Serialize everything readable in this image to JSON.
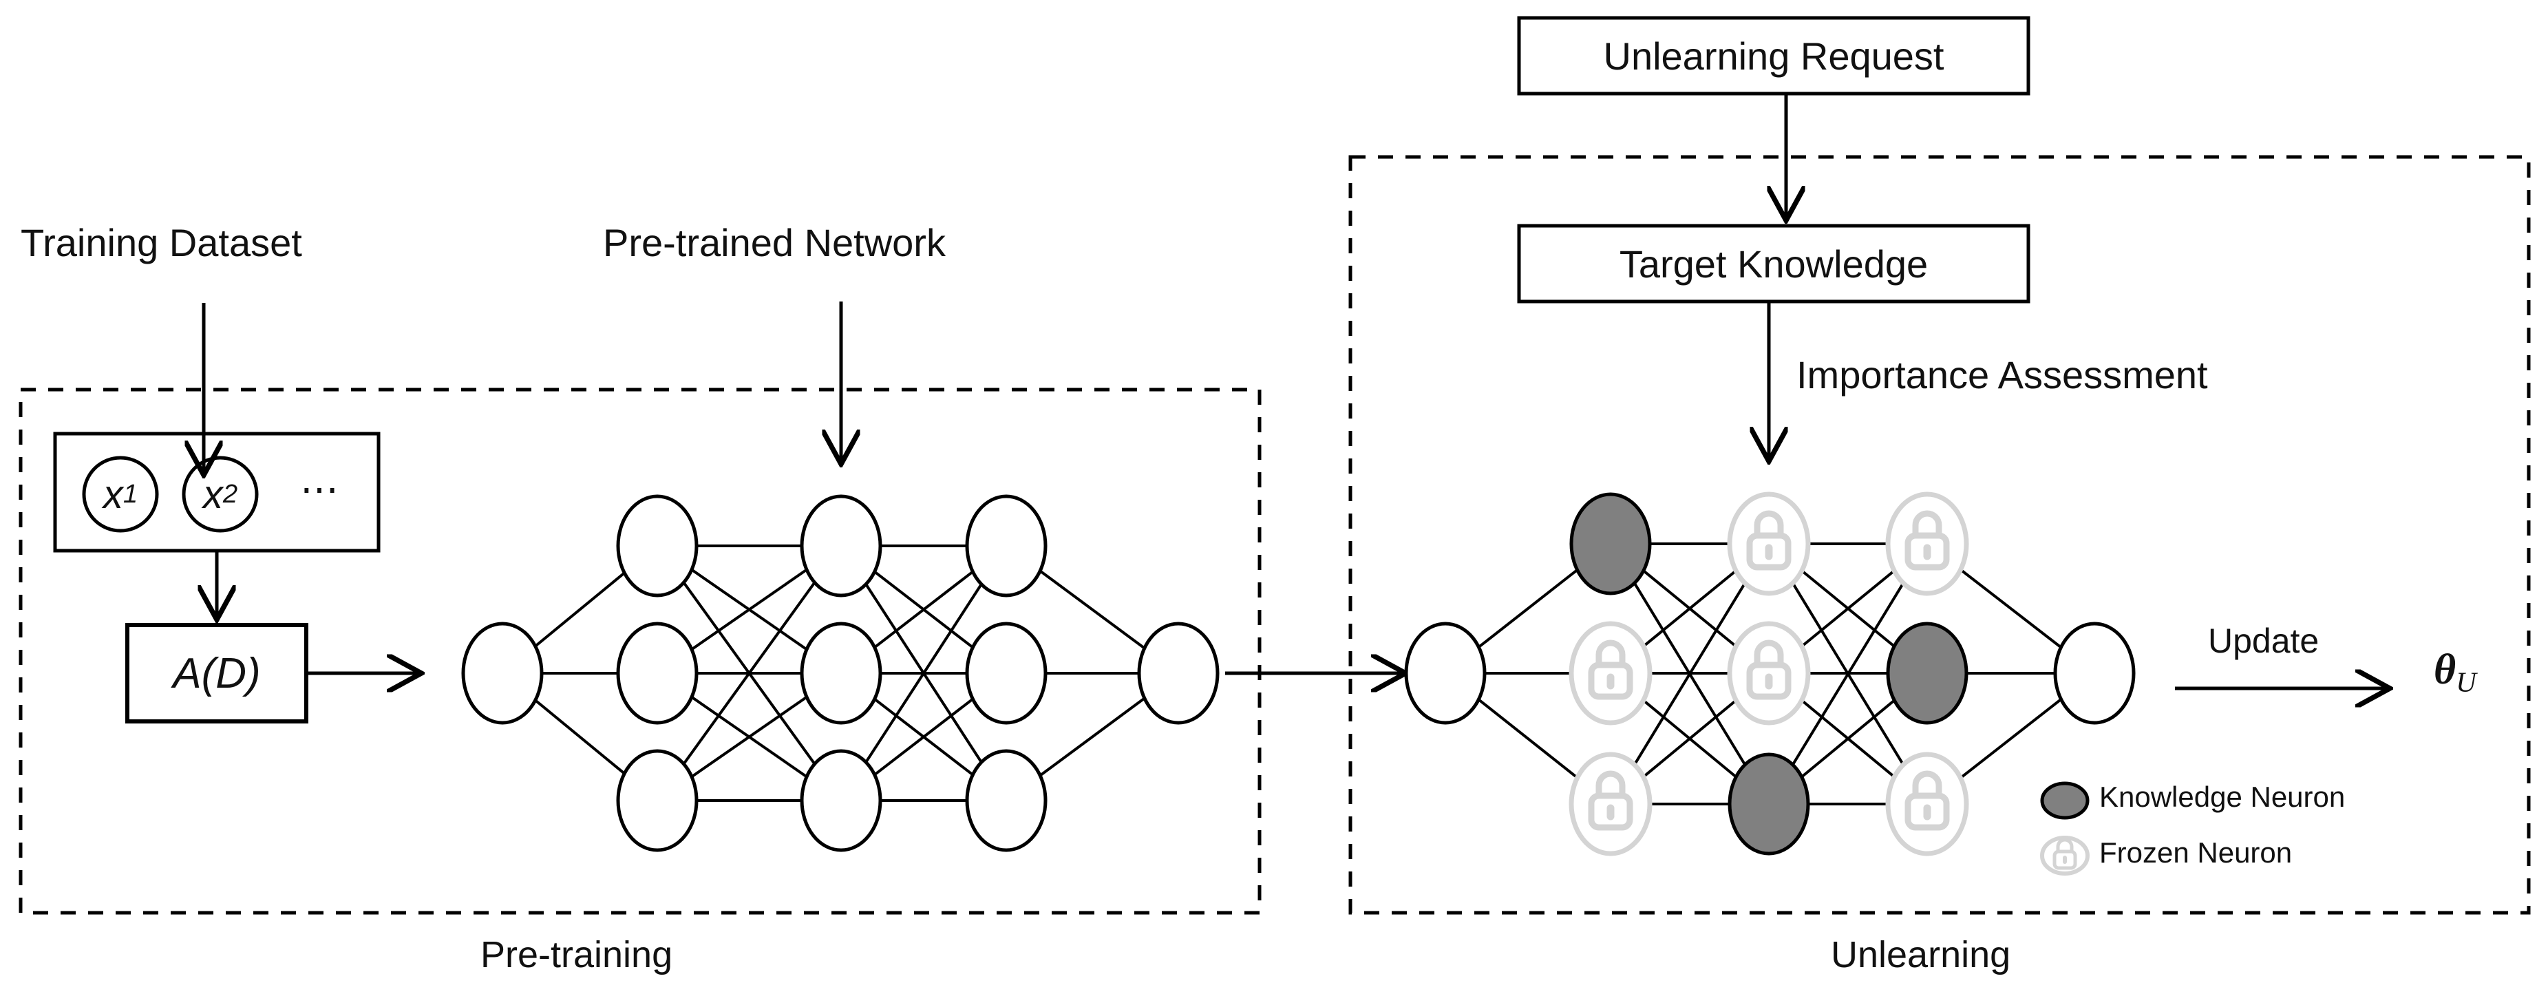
{
  "figure": {
    "title": "Machine unlearning pipeline: pre-training and unlearning stages",
    "type": "diagram"
  },
  "colors": {
    "stroke": "#000000",
    "background": "#ffffff",
    "knowledge_neuron_fill": "#808080",
    "frozen_neuron_stroke": "#d4d4d4",
    "lock_icon": "#d4d4d4",
    "dashed_border": "#000000"
  },
  "panels": [
    {
      "id": "pretraining",
      "caption": "Pre-training"
    },
    {
      "id": "unlearning",
      "caption": "Unlearning"
    }
  ],
  "pretraining": {
    "caption": "Pre-training",
    "dataset_label": "Training Dataset",
    "network_label": "Pre-trained Network",
    "dataset_box": {
      "samples": [
        "x1",
        "x2"
      ],
      "sample_display": [
        "x",
        "x"
      ],
      "sample_subscripts": [
        "1",
        "2"
      ],
      "ellipsis": "⋯"
    },
    "algorithm_box": {
      "label": "A(D)"
    },
    "network": {
      "layer_sizes": [
        1,
        3,
        3,
        3,
        1
      ],
      "layer_names": [
        "input",
        "hidden-1",
        "hidden-2",
        "hidden-3",
        "output"
      ]
    }
  },
  "unlearning": {
    "caption": "Unlearning",
    "request_box": {
      "label": "Unlearning Request"
    },
    "target_box": {
      "label": "Target Knowledge"
    },
    "assessment_label": "Importance Assessment",
    "update_label": "Update",
    "output_symbol": "θ",
    "output_subscript": "U",
    "network": {
      "layer_sizes": [
        1,
        3,
        3,
        3,
        1
      ],
      "layer_names": [
        "input",
        "hidden-1",
        "hidden-2",
        "hidden-3",
        "output"
      ],
      "neuron_types": [
        [
          "plain"
        ],
        [
          "knowledge",
          "frozen",
          "frozen"
        ],
        [
          "frozen",
          "frozen",
          "knowledge"
        ],
        [
          "frozen",
          "knowledge",
          "frozen"
        ],
        [
          "plain"
        ]
      ]
    },
    "legend": {
      "items": [
        {
          "marker": "knowledge-neuron-swatch",
          "label": "Knowledge Neuron"
        },
        {
          "marker": "frozen-neuron-swatch",
          "label": "Frozen Neuron"
        }
      ]
    }
  }
}
